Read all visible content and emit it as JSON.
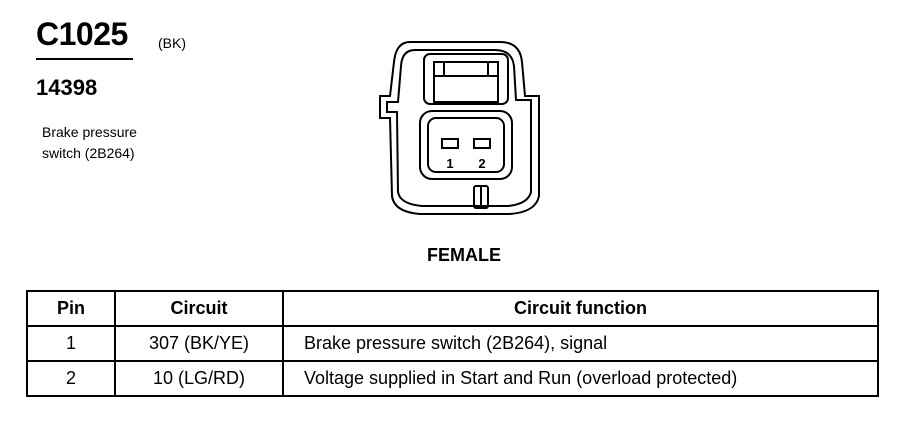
{
  "header": {
    "connector_id": "C1025",
    "connector_color": "(BK)",
    "part_number": "14398",
    "component_line1": "Brake pressure",
    "component_line2": "switch (2B264)"
  },
  "connector": {
    "gender": "FEMALE",
    "pin_labels": [
      "1",
      "2"
    ]
  },
  "table": {
    "headers": [
      "Pin",
      "Circuit",
      "Circuit function"
    ],
    "rows": [
      {
        "pin": "1",
        "circuit": "307 (BK/YE)",
        "function": "Brake pressure switch (2B264), signal"
      },
      {
        "pin": "2",
        "circuit": "10 (LG/RD)",
        "function": "Voltage supplied in Start and Run (overload protected)"
      }
    ]
  }
}
